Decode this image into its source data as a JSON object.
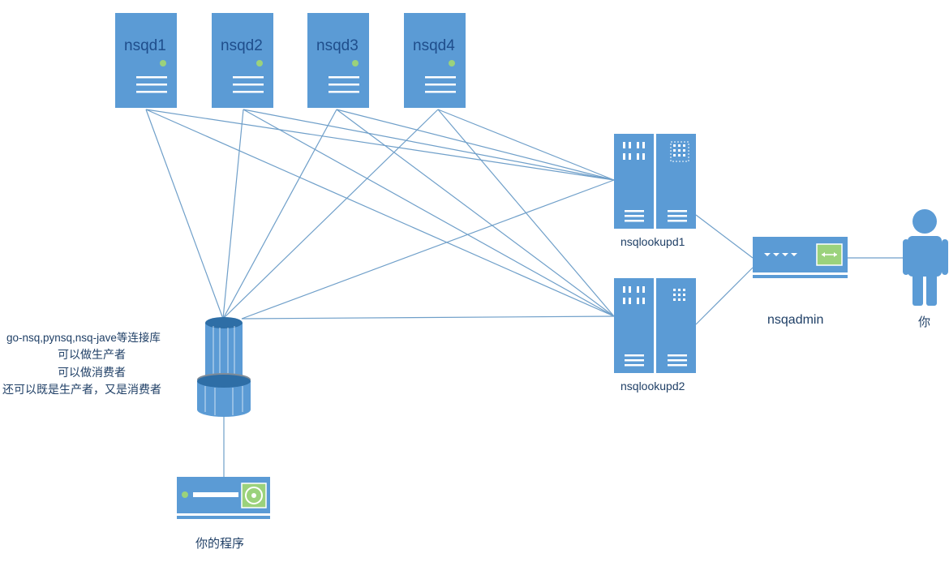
{
  "nsqd": [
    "nsqd1",
    "nsqd2",
    "nsqd3",
    "nsqd4"
  ],
  "lookupd": [
    "nsqlookupd1",
    "nsqlookupd2"
  ],
  "admin_label": "nsqadmin",
  "user_label": "你",
  "client_desc": [
    "go-nsq,pynsq,nsq-jave等连接库",
    "可以做生产者",
    "可以做消费者",
    "还可以既是生产者，又是消费者"
  ],
  "program_label": "你的程序",
  "colors": {
    "primary": "#5b9bd5",
    "dark": "#2e6ea6",
    "line": "#6f9fc9",
    "accent": "#9bd27c",
    "text": "#1f3f66"
  }
}
